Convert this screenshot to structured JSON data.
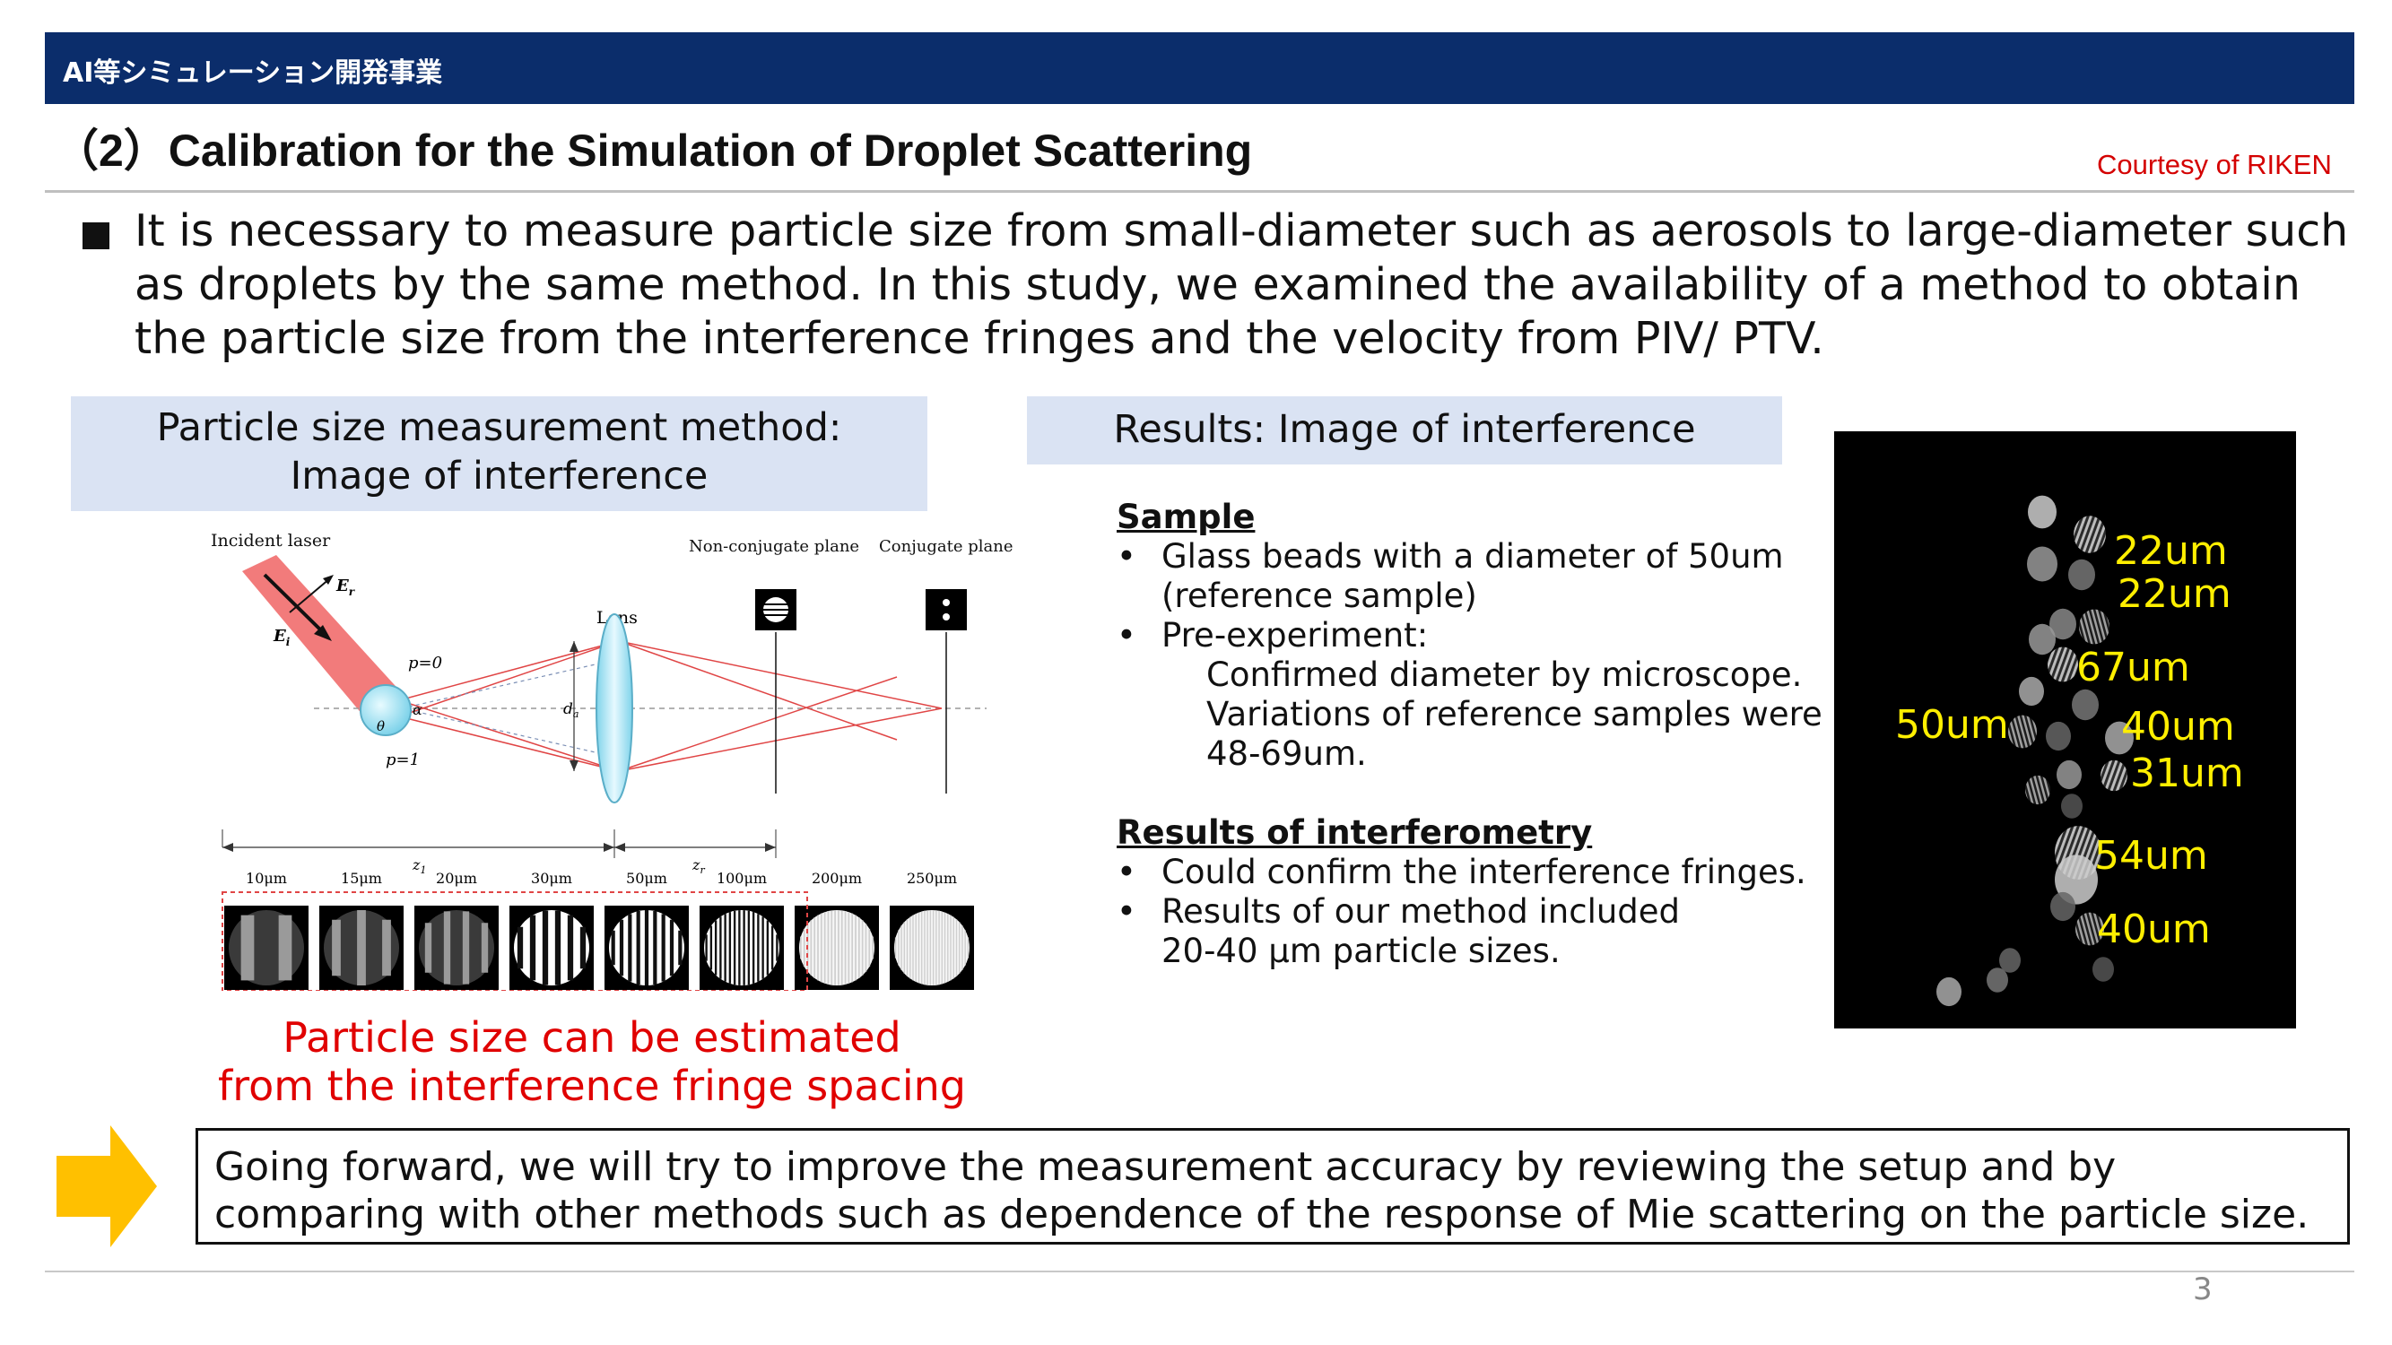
{
  "header": {
    "project": "AI等シミュレーション開発事業",
    "title": "（2）Calibration for the Simulation of Droplet Scattering",
    "courtesy": "Courtesy of RIKEN"
  },
  "intro": "It is necessary to measure particle size from small-diameter such as aerosols to large-diameter such as droplets by the same method. In this study, we examined the availability of a method to obtain the particle size from the interference fringes and the velocity from PIV/ PTV.",
  "left_panel": {
    "header_line1": "Particle size measurement method:",
    "header_line2": "Image of interference",
    "diagram": {
      "incident_laser": "Incident laser",
      "non_conjugate": "Non-conjugate plane",
      "conjugate": "Conjugate plane",
      "lens": "Lens",
      "e_r": "E",
      "e_r_sub": "r",
      "e_i": "E",
      "e_i_sub": "i",
      "p0": "p=0",
      "p1": "p=1",
      "alpha": "α",
      "theta": "θ",
      "da": "d",
      "da_sub": "a",
      "z1": "z",
      "z1_sub": "1",
      "zr": "z",
      "zr_sub": "r"
    },
    "fringe_sizes": [
      "10μm",
      "15μm",
      "20μm",
      "30μm",
      "50μm",
      "100μm",
      "200μm",
      "250μm"
    ],
    "note_line1": "Particle size can be estimated",
    "note_line2": "from the interference fringe spacing"
  },
  "results_panel": {
    "header": "Results: Image of interference",
    "sample_heading": "Sample",
    "sample_item1_line1": "Glass beads with a diameter of 50um",
    "sample_item1_line2": "(reference sample)",
    "sample_item2": "Pre-experiment:",
    "sample_item2_line1": "Confirmed diameter by microscope.",
    "sample_item2_line2": "Variations of reference samples were",
    "sample_item2_line3": "48-69um.",
    "interf_heading": "Results of interferometry",
    "interf_item1": "Could confirm the interference fringes.",
    "interf_item2_line1": "Results of our method included",
    "interf_item2_line2": "20-40 μm particle sizes."
  },
  "photo_labels": [
    "22um",
    "22um",
    "67um",
    "50um",
    "40um",
    "31um",
    "54um",
    "40um"
  ],
  "conclusion": "Going forward, we will try to improve the measurement accuracy by reviewing the setup and by comparing with other methods such as dependence of the response of Mie scattering on the particle size.",
  "page_number": "3",
  "colors": {
    "header_bar": "#0b2d6b",
    "panel_header_bg": "#dae3f3",
    "accent_red": "#e00000",
    "label_yellow": "#ffef00",
    "arrow_yellow": "#ffc000"
  },
  "icons": [
    "arrow-right-icon",
    "bullet-square-icon"
  ]
}
